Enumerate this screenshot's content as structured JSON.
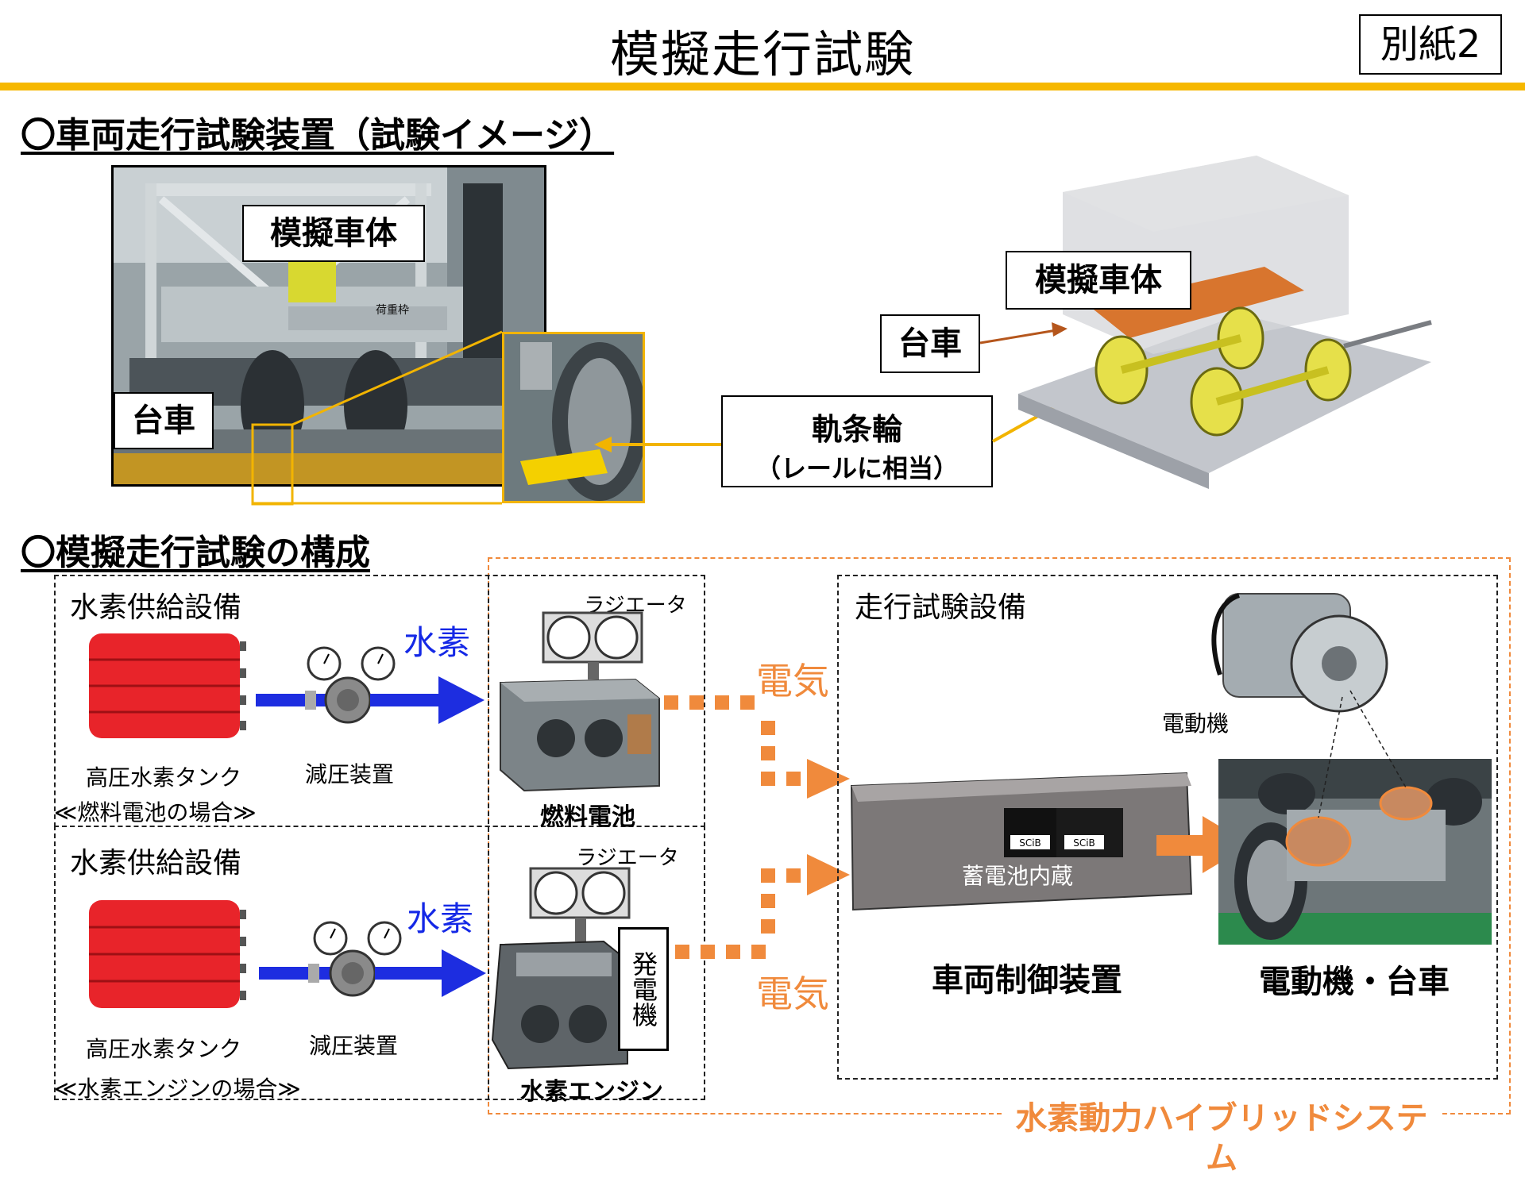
{
  "header": {
    "title": "模擬走行試験",
    "tag": "別紙2"
  },
  "section1": {
    "title": "〇車両走行試験装置（試験イメージ）",
    "photo": {
      "body_label": "模擬車体",
      "bogie_label": "台車",
      "frame_text": "荷重枠"
    },
    "rail_wheel": {
      "line1": "軌条輪",
      "line2": "（レールに相当）"
    },
    "diagram": {
      "body_label": "模擬車体",
      "bogie_label": "台車"
    }
  },
  "section2": {
    "title": "〇模擬走行試験の構成",
    "fuel_cell_case": {
      "group_title": "水素供給設備",
      "tank_label": "高圧水素タンク",
      "regulator_label": "減圧装置",
      "hydrogen_label": "水素",
      "radiator_label": "ラジエータ",
      "device_label": "燃料電池",
      "case_label": "≪燃料電池の場合≫",
      "electric_label": "電気"
    },
    "engine_case": {
      "group_title": "水素供給設備",
      "tank_label": "高圧水素タンク",
      "regulator_label": "減圧装置",
      "hydrogen_label": "水素",
      "radiator_label": "ラジエータ",
      "generator_label": "発電機",
      "device_label": "水素エンジン",
      "case_label": "≪水素エンジンの場合≫",
      "electric_label": "電気"
    },
    "test_facility": {
      "title": "走行試験設備",
      "motor_label": "電動機",
      "battery_label": "蓄電池内蔵",
      "battery_brand": "SCiB",
      "controller_label": "車両制御装置",
      "motor_bogie_label": "電動機・台車"
    },
    "system_label": "水素動力ハイブリッドシステム"
  },
  "colors": {
    "accent_rule": "#f6b800",
    "orange": "#f08a3c",
    "blue": "#1428e6",
    "tank_red": "#e8242a"
  }
}
